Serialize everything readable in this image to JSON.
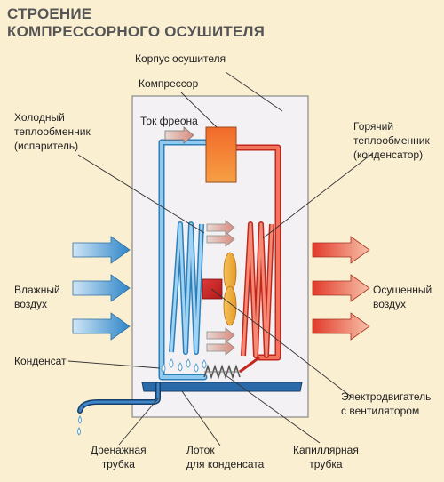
{
  "title": {
    "line1": "СТРОЕНИЕ",
    "line2": "КОМПРЕССОРНОГО ОСУШИТЕЛЯ"
  },
  "labels": {
    "body": "Корпус осушителя",
    "compressor": "Компрессор",
    "freon_flow": "Ток фреона",
    "cold_exchanger_1": "Холодный",
    "cold_exchanger_2": "теплообменник",
    "cold_exchanger_3": "(испаритель)",
    "hot_exchanger_1": "Горячий",
    "hot_exchanger_2": "теплообменник",
    "hot_exchanger_3": "(конденсатор)",
    "humid_air_1": "Влажный",
    "humid_air_2": "воздух",
    "dried_air_1": "Осушенный",
    "dried_air_2": "воздух",
    "condensate": "Конденсат",
    "motor_1": "Электродвигатель",
    "motor_2": "с вентилятором",
    "drain_1": "Дренажная",
    "drain_2": "трубка",
    "tray_1": "Лоток",
    "tray_2": "для конденсата",
    "capillary_1": "Капиллярная",
    "capillary_2": "трубка"
  },
  "colors": {
    "background": "#fbefd2",
    "housing": "#f3f1f3",
    "cold_pipe": "#5aa8d8",
    "hot_pipe": "#e8473a",
    "compressor": "#f08a3a",
    "fan": "#f2b24a",
    "motor": "#d42b2b",
    "tray": "#2a6aa8",
    "arrow_gray": "#9c9c9c"
  }
}
